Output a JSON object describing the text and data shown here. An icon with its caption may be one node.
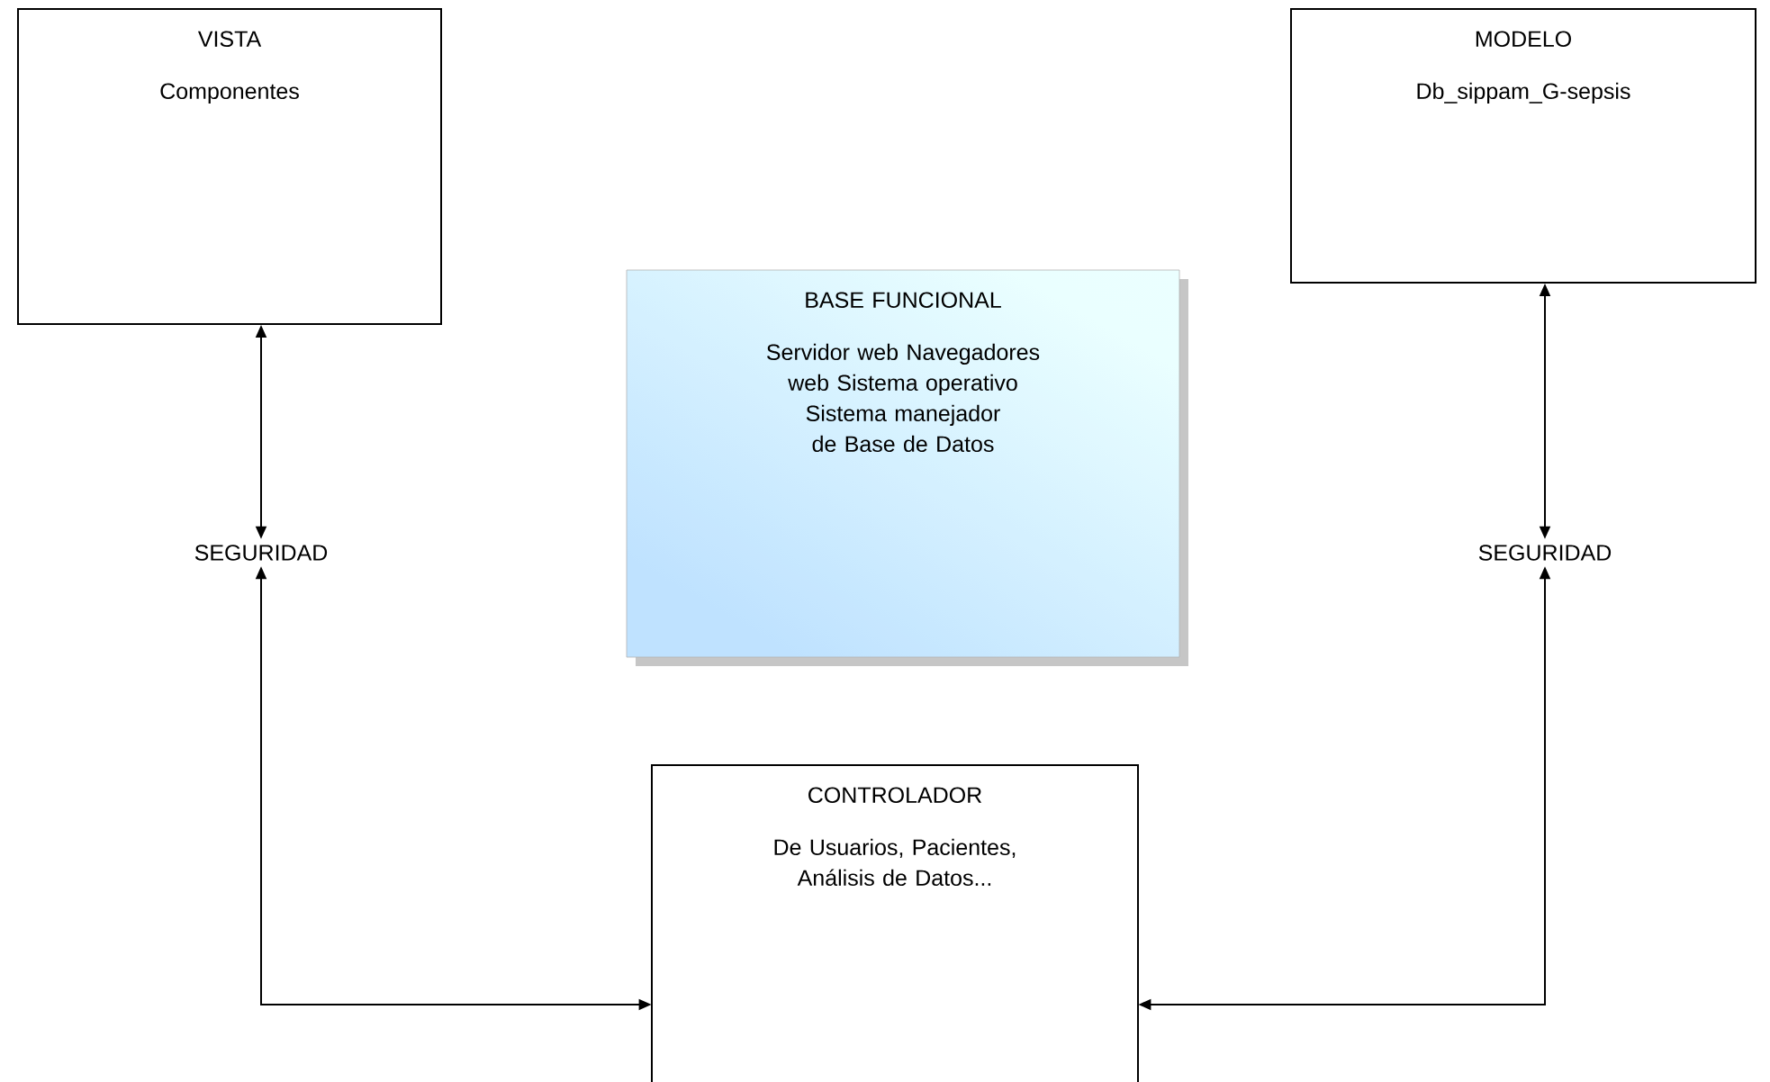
{
  "diagram": {
    "nodes": [
      {
        "text": [
          "VISTA",
          "Componentes"
        ]
      },
      {
        "text": [
          "MODELO",
          "Db_sippam_G-sepsis"
        ]
      },
      {
        "text": [
          "BASE FUNCIONAL",
          "Servidor web Navegadores web Sistema operativo Sistema manejador de Base de Datos"
        ]
      },
      {
        "text": [
          "SEGURIDAD"
        ]
      },
      {
        "text": [
          "SEGURIDAD"
        ]
      },
      {
        "text": [
          "CONTROLADOR",
          "De Usuarios, Pacientes, Análisis de Datos..."
        ]
      }
    ],
    "edges": [
      {
        "from": 0,
        "to": 3,
        "arrow": "both"
      },
      {
        "from": 1,
        "to": 4,
        "arrow": "both"
      },
      {
        "from": 3,
        "to": 5,
        "arrow": "both"
      },
      {
        "from": 4,
        "to": 5,
        "arrow": "both"
      }
    ]
  }
}
